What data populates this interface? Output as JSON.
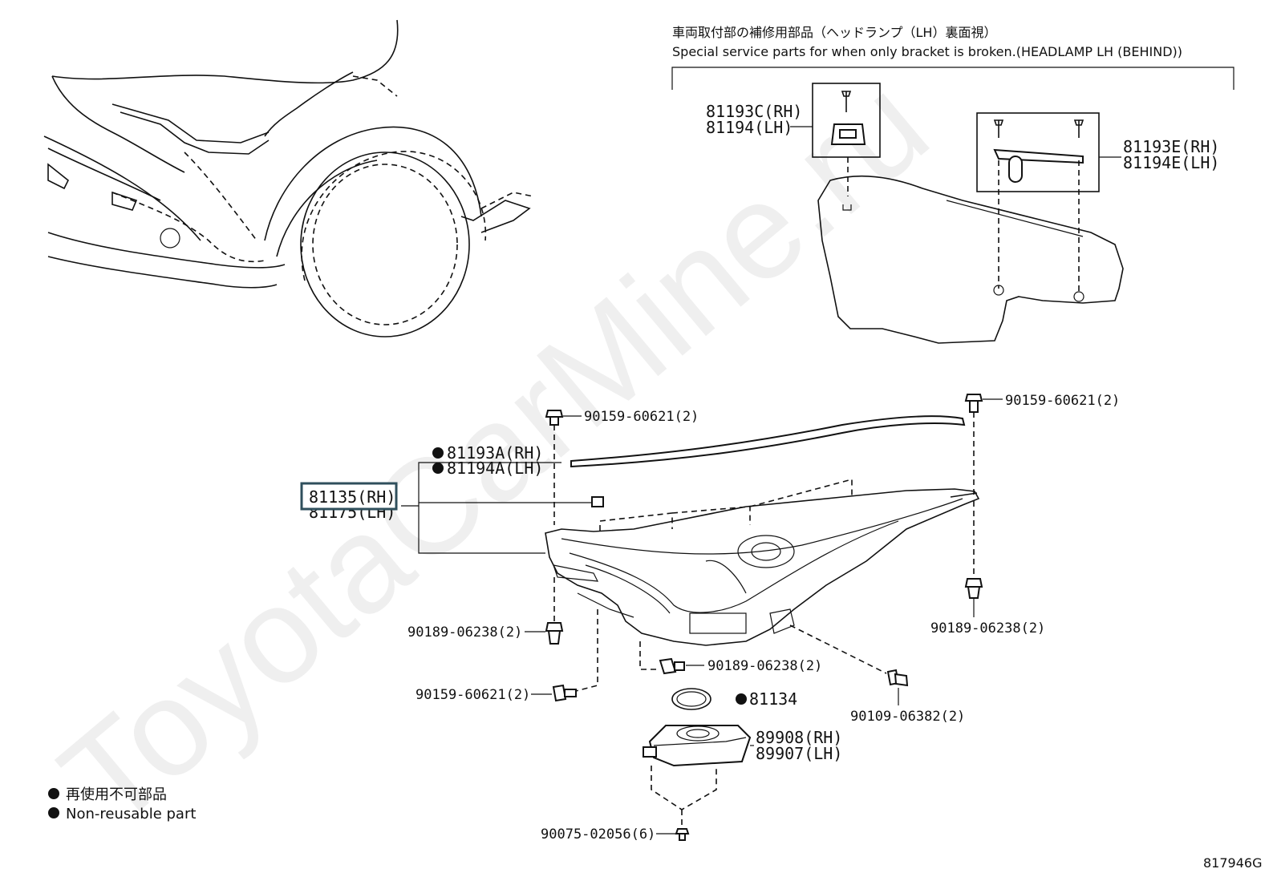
{
  "header": {
    "jp": "車両取付部の補修用部品（ヘッドランプ（LH）裏面視）",
    "en": "Special service parts for when only bracket is broken.(HEADLAMP LH (BEHIND))"
  },
  "watermark": "ToyotaCarMine.ru",
  "parts": {
    "p81193c": "81193C(RH)",
    "p81194": "81194(LH)",
    "p81193e": "81193E(RH)",
    "p81194e": "81194E(LH)",
    "p81193a": "81193A(RH)",
    "p81194a": "81194A(LH)",
    "p81135": "81135(RH)",
    "p81175": "81175(LH)",
    "bolt_top_left": "90159-60621(2)",
    "bolt_top_right": "90159-60621(2)",
    "clip_right": "90189-06238(2)",
    "clip_left": "90189-06238(2)",
    "clip_bottom": "90189-06238(2)",
    "bolt_bottom_left": "90159-60621(2)",
    "seal": "81134",
    "screw_right": "90109-06382(2)",
    "ballast_rh": "89908(RH)",
    "ballast_lh": "89907(LH)",
    "screw_bottom": "90075-02056(6)"
  },
  "legend": {
    "jp": "再使用不可部品",
    "en": "Non-reusable part"
  },
  "footer": {
    "code": "817946G"
  }
}
